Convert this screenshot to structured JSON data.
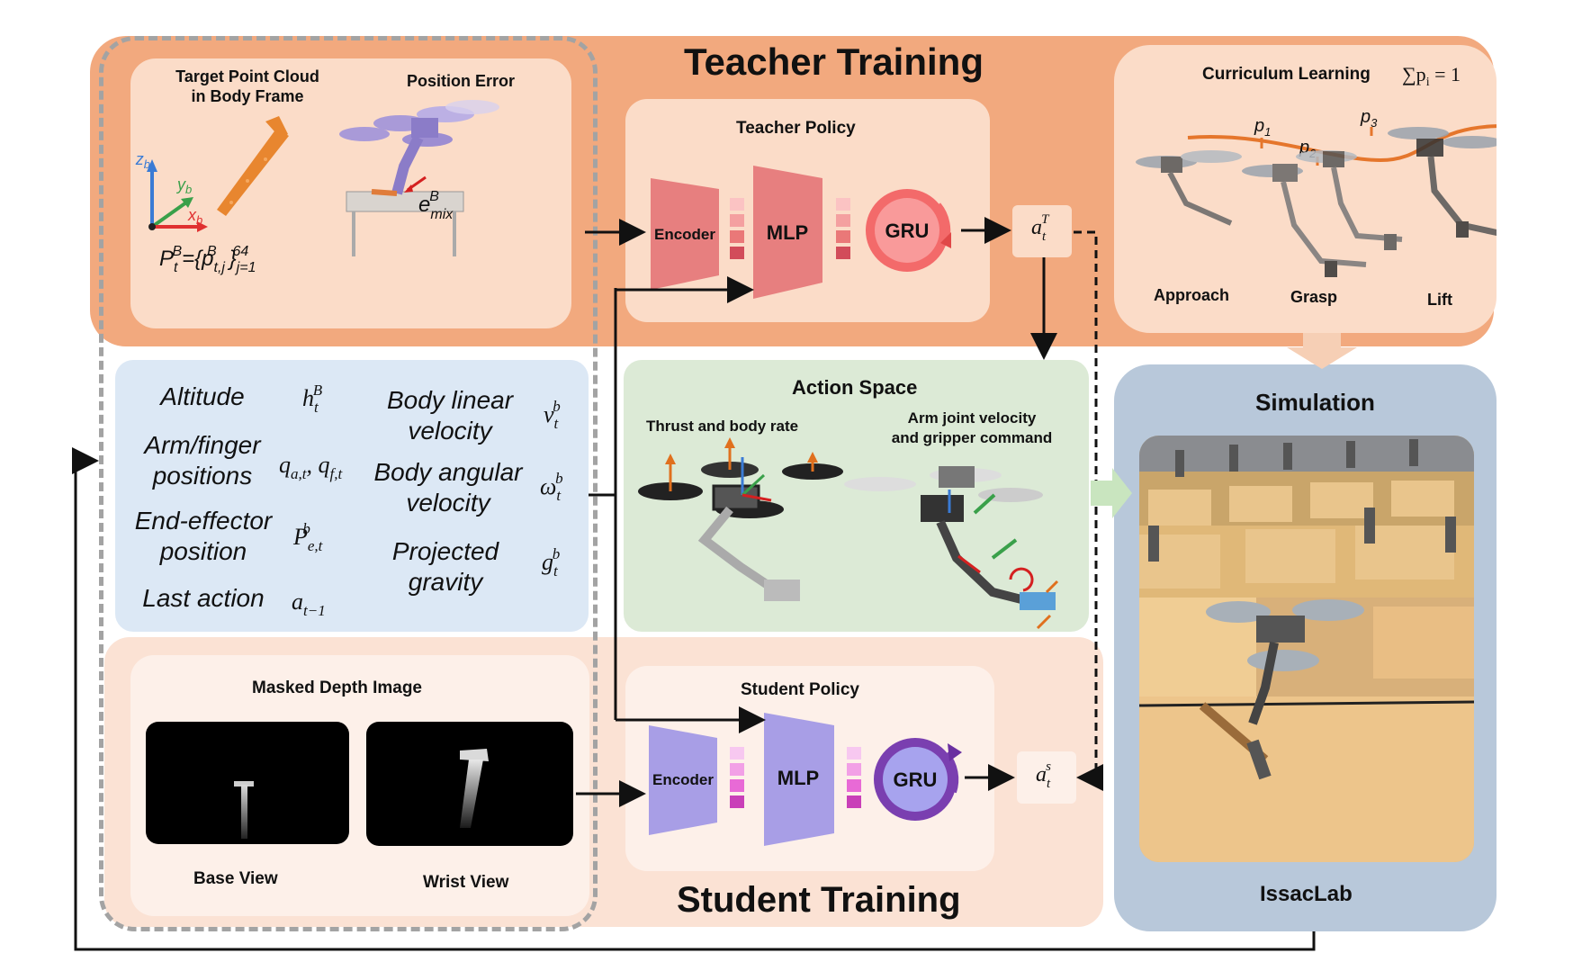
{
  "teacher": {
    "title": "Teacher Training",
    "point_cloud_title": "Target Point Cloud\nin Body Frame",
    "position_error_title": "Position Error",
    "point_cloud_formula": "P_t^B={p_{t,j}^B}_{j=1}^{64}",
    "position_error_symbol": "e_mix^B",
    "axis_labels": [
      "z_b",
      "y_b",
      "x_b"
    ],
    "policy_title": "Teacher Policy",
    "encoder_label": "Encoder",
    "mlp_label": "MLP",
    "gru_label": "GRU",
    "action_label": "a_t^T"
  },
  "curriculum": {
    "title": "Curriculum Learning",
    "formula": "∑p",
    "formula_sub": "i",
    "formula_rest": " = 1",
    "points": [
      "p1",
      "p2",
      "p3"
    ],
    "stages": [
      "Approach",
      "Grasp",
      "Lift"
    ]
  },
  "observations": [
    {
      "name": "Altitude",
      "symbol": "h_t^B"
    },
    {
      "name": "Arm/finger\npositions",
      "symbol": "q_a,t , q_f,t"
    },
    {
      "name": "End-effector\nposition",
      "symbol": "P_e,t^b"
    },
    {
      "name": "Last action",
      "symbol": "a_t-1"
    },
    {
      "name": "Body linear\nvelocity",
      "symbol": "v_t^b"
    },
    {
      "name": "Body angular\nvelocity",
      "symbol": "ω_t^b"
    },
    {
      "name": "Projected\ngravity",
      "symbol": "g_t^b"
    }
  ],
  "action_space": {
    "title": "Action Space",
    "left_label": "Thrust and body rate",
    "right_label": "Arm joint velocity\nand gripper command"
  },
  "simulation": {
    "title": "Simulation",
    "footer": "IssacLab"
  },
  "student": {
    "title": "Student Training",
    "depth_title": "Masked Depth Image",
    "base_view": "Base View",
    "wrist_view": "Wrist View",
    "policy_title": "Student Policy",
    "encoder_label": "Encoder",
    "mlp_label": "MLP",
    "gru_label": "GRU",
    "action_label": "a_t^s"
  },
  "colors": {
    "teacher_bg": "#f2a97e",
    "teacher_inner": "#fbdcc8",
    "student_bg": "#fbe2d4",
    "student_inner": "#fdf0e9",
    "obs_bg": "#dce8f5",
    "action_bg": "#dcead6",
    "sim_bg": "#b8c8da",
    "teacher_net": "#e77f7f",
    "student_net": "#a89ee6"
  }
}
